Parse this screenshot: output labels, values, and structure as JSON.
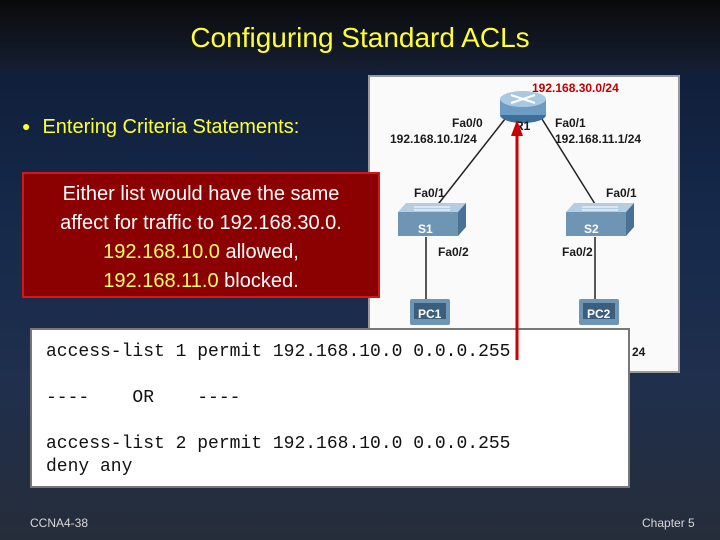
{
  "title": "Configuring Standard ACLs",
  "bullet": "Entering Criteria Statements:",
  "callout": {
    "line1": "Either list would have the same",
    "line2": "affect for traffic to 192.168.30.0.",
    "line3_net": "192.168.10.0",
    "line3_text": " allowed,",
    "line4_net": "192.168.11.0",
    "line4_text": " blocked."
  },
  "diagram": {
    "router": {
      "name": "R1",
      "network": "192.168.30.0/24",
      "left_iface": "Fa0/0",
      "left_ip": "192.168.10.1/24",
      "right_iface": "Fa0/1",
      "right_ip": "192.168.11.1/24"
    },
    "switches": [
      {
        "name": "S1",
        "uplink": "Fa0/1",
        "downlink": "Fa0/2"
      },
      {
        "name": "S2",
        "uplink": "Fa0/1",
        "downlink": "Fa0/2"
      }
    ],
    "pcs": [
      "PC1",
      "PC2"
    ],
    "partial_label": "24"
  },
  "code": {
    "line1": "access-list 1 permit 192.168.10.0 0.0.0.255",
    "line2": "----    OR    ----",
    "line3": "access-list 2 permit 192.168.10.0 0.0.0.255",
    "line4": "deny any"
  },
  "footer": {
    "left": "CCNA4-38",
    "right": "Chapter 5"
  },
  "colors": {
    "title": "#ffff33",
    "callout_bg": "#8b0000",
    "arrow": "#cc0000",
    "network_label": "#c00000"
  }
}
